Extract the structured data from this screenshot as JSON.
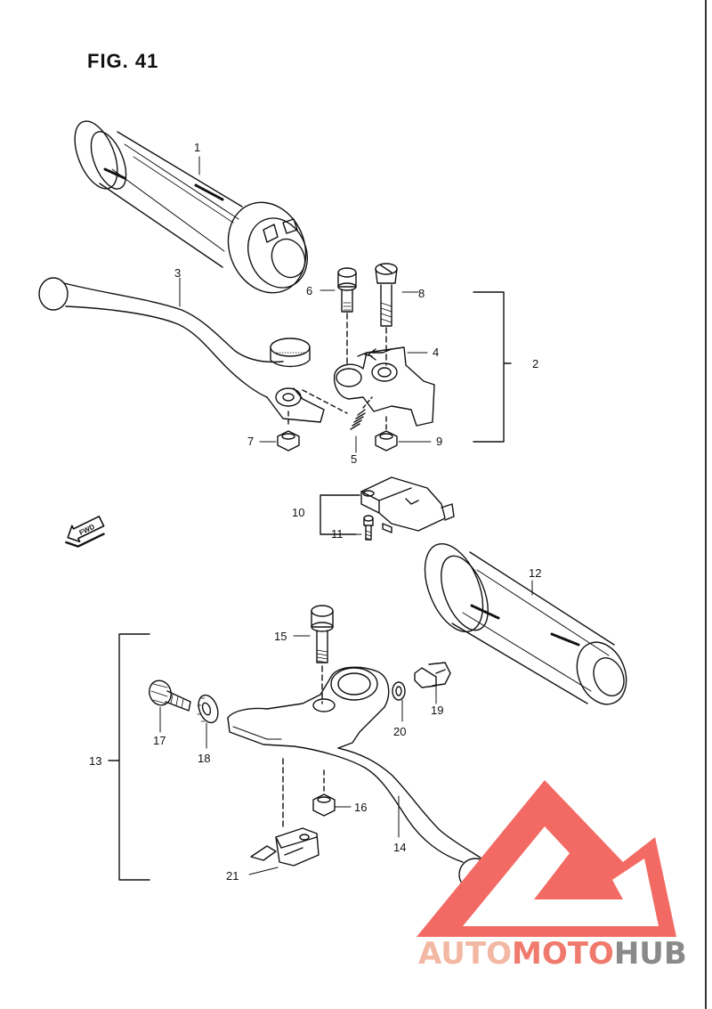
{
  "figure": {
    "title": "FIG. 41"
  },
  "fwd_badge": {
    "text": "FWD",
    "icon": "fwd-arrow-icon"
  },
  "parts": [
    {
      "number": "1"
    },
    {
      "number": "2"
    },
    {
      "number": "3"
    },
    {
      "number": "4"
    },
    {
      "number": "5"
    },
    {
      "number": "6"
    },
    {
      "number": "7"
    },
    {
      "number": "8"
    },
    {
      "number": "9"
    },
    {
      "number": "10"
    },
    {
      "number": "11"
    },
    {
      "number": "12"
    },
    {
      "number": "13"
    },
    {
      "number": "14"
    },
    {
      "number": "15"
    },
    {
      "number": "16"
    },
    {
      "number": "17"
    },
    {
      "number": "18"
    },
    {
      "number": "19"
    },
    {
      "number": "20"
    },
    {
      "number": "21"
    }
  ],
  "watermark": {
    "part1": "AUTO",
    "part2": "MOTO",
    "part3": "HUB",
    "colors": {
      "auto": "#f2b8a4",
      "moto": "#f07a6e",
      "hub": "#8a8a8a",
      "triangle": "#f26a63"
    }
  }
}
